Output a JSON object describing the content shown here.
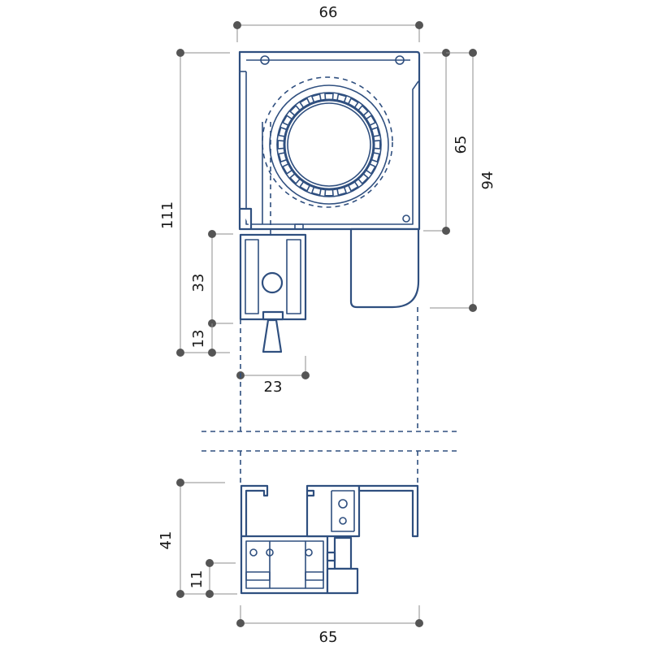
{
  "colors": {
    "profile": "#2f4f7f",
    "dimension": "#8c8c8c",
    "dot": "#555555",
    "text": "#1a1a1a"
  },
  "dimensions": {
    "top_width": "66",
    "box_height_inner": "65",
    "box_height_outer": "94",
    "total_height": "111",
    "guide_height": "33",
    "brush_height": "13",
    "guide_width": "23",
    "bottom_height": "41",
    "bottom_lip": "11",
    "bottom_width": "65"
  }
}
